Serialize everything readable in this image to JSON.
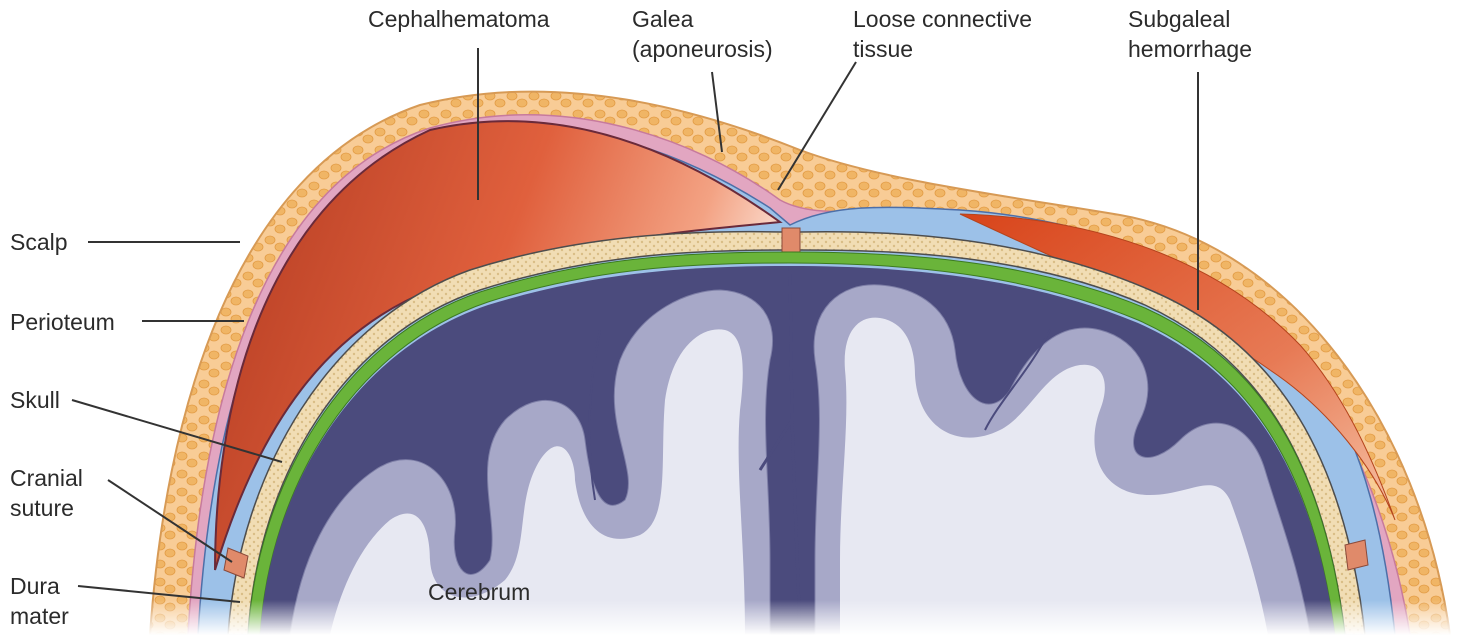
{
  "labels": {
    "cephalhematoma": "Cephalhematoma",
    "galea": "Galea\n(aponeurosis)",
    "loose_connective": "Loose connective\ntissue",
    "subgaleal": "Subgaleal\nhemorrhage",
    "scalp": "Scalp",
    "periosteum": "Perioteum",
    "skull": "Skull",
    "cranial_suture": "Cranial\nsuture",
    "dura_mater": "Dura\nmater",
    "cerebrum": "Cerebrum"
  },
  "colors": {
    "scalp": "#f7c48a",
    "fat_lobules": "#f0b060",
    "galea": "#d98fb0",
    "periosteum": "#8fb5e2",
    "skull": "#f4e3c0",
    "dura": "#6fb83a",
    "brain_gray": "#a8a9c9",
    "brain_white": "#e6e7f1",
    "sulci": "#4a4a7c",
    "hematoma": "#c4492a",
    "hemorrhage": "#d94a1c",
    "leader": "#333333"
  }
}
